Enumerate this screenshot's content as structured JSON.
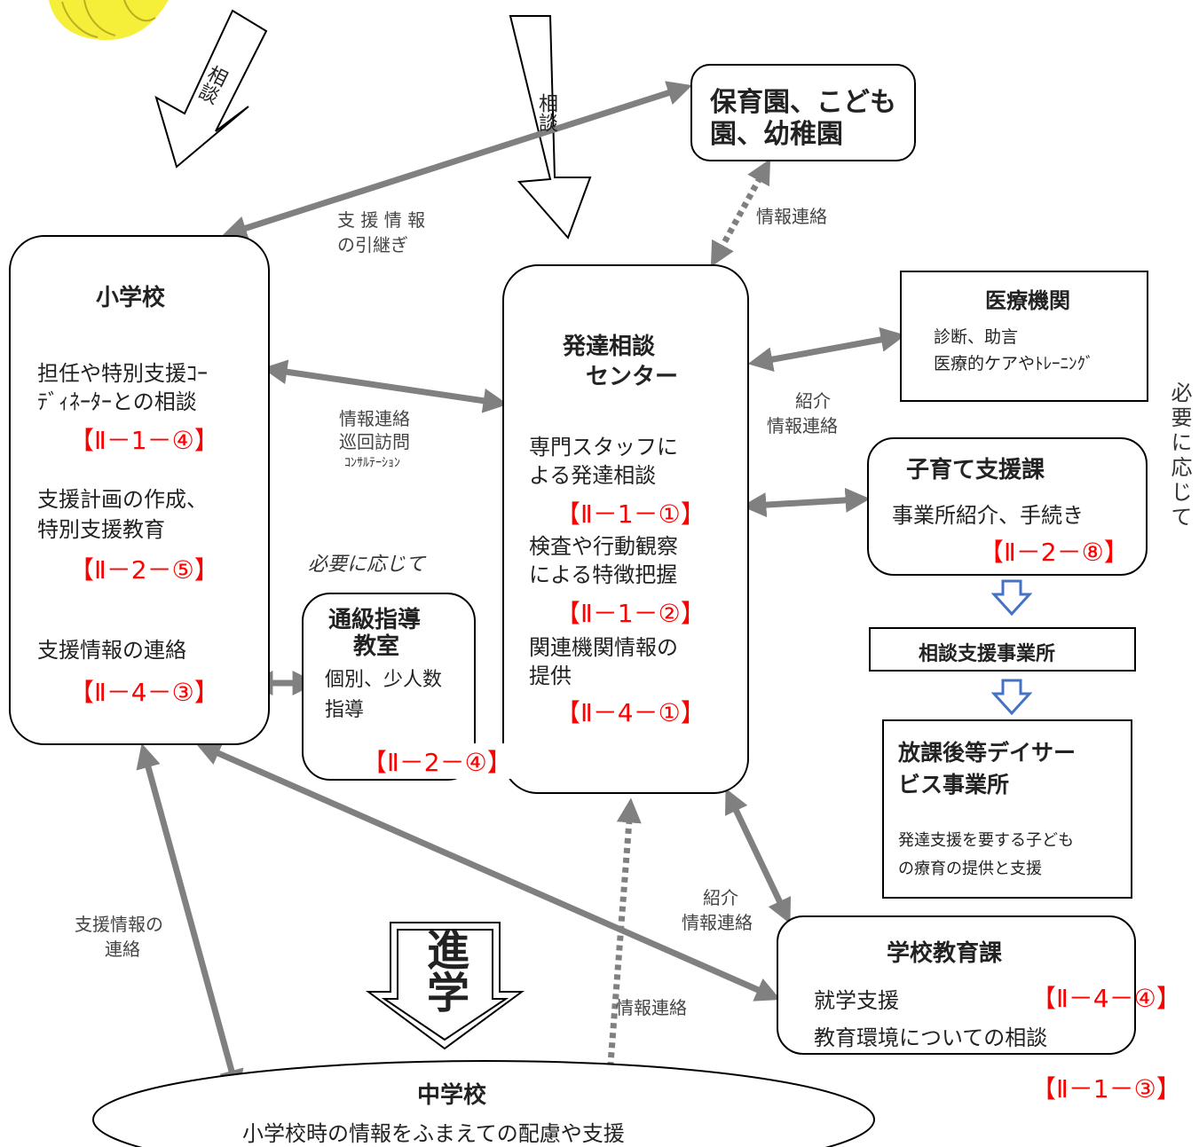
{
  "elementary": {
    "title": "小学校",
    "item1_line1": "担任や特別支援ｺｰ",
    "item1_line2": "ﾃﾞｨﾈｰﾀｰとの相談",
    "item1_ref": "【Ⅱ－1－④】",
    "item2_line1": "支援計画の作成、",
    "item2_line2": "特別支援教育",
    "item2_ref": "【Ⅱ－2－⑤】",
    "item3": "支援情報の連絡",
    "item3_ref": "【Ⅱ－4－③】"
  },
  "center": {
    "title_line1": "発達相談",
    "title_line2": "センター",
    "item1_line1": "専門スタッフに",
    "item1_line2": "よる発達相談",
    "item1_ref": "【Ⅱ－1－①】",
    "item2_line1": "検査や行動観察",
    "item2_line2": "による特徴把握",
    "item2_ref": "【Ⅱ－1－②】",
    "item3_line1": "関連機関情報の",
    "item3_line2": "提供",
    "item3_ref": "【Ⅱ－4－①】"
  },
  "nursery": {
    "line1": "保育園、こども",
    "line2": "園、幼稚園"
  },
  "medical": {
    "title": "医療機関",
    "line1": "診断、助言",
    "line2": "医療的ケアやﾄﾚｰﾆﾝｸﾞ"
  },
  "childcare": {
    "title": "子育て支援課",
    "line1": "事業所紹介、手続き",
    "ref": "【Ⅱ－2－⑧】"
  },
  "consult_office": {
    "title": "相談支援事業所"
  },
  "after_school": {
    "title_line1": "放課後等デイサー",
    "title_line2": "ビス事業所",
    "line1": "発達支援を要する子ども",
    "line2": "の療育の提供と支援"
  },
  "tsukyu": {
    "title_line1": "通級指導",
    "title_line2": "教室",
    "line1": "個別、少人数",
    "line2": "指導",
    "ref": "【Ⅱ－2－④】"
  },
  "school_ed": {
    "title": "学校教育課",
    "line1": "就学支援",
    "ref1": "【Ⅱ－4－④】",
    "line2": "教育環境についての相談",
    "ref2": "【Ⅱ－1－③】"
  },
  "junior_high": {
    "title": "中学校",
    "line1": "小学校時の情報をふまえての配慮や支援"
  },
  "labels": {
    "consult1": "相談",
    "consult2": "相談",
    "handover_line1": "支 援 情 報",
    "handover_line2": "の引継ぎ",
    "info_nursery": "情報連絡",
    "info_center_line1": "情報連絡",
    "info_center_line2": "巡回訪問",
    "info_center_line3": "ｺﾝｻﾙﾃｰｼｮﾝ",
    "as_needed_italic": "必要に応じて",
    "referral_med_line1": "紹介",
    "referral_med_line2": "情報連絡",
    "as_needed_vertical": "必要に応じて",
    "referral_ed_line1": "紹介",
    "referral_ed_line2": "情報連絡",
    "support_info_line1": "支援情報の",
    "support_info_line2": "連絡",
    "progress": "進学",
    "info_jh": "情報連絡"
  },
  "colors": {
    "arrow_gray": "#808080",
    "ref_red": "#ff0000",
    "blue_arrow": "#4472c4",
    "yellow_scribble": "#f5ef3a"
  }
}
